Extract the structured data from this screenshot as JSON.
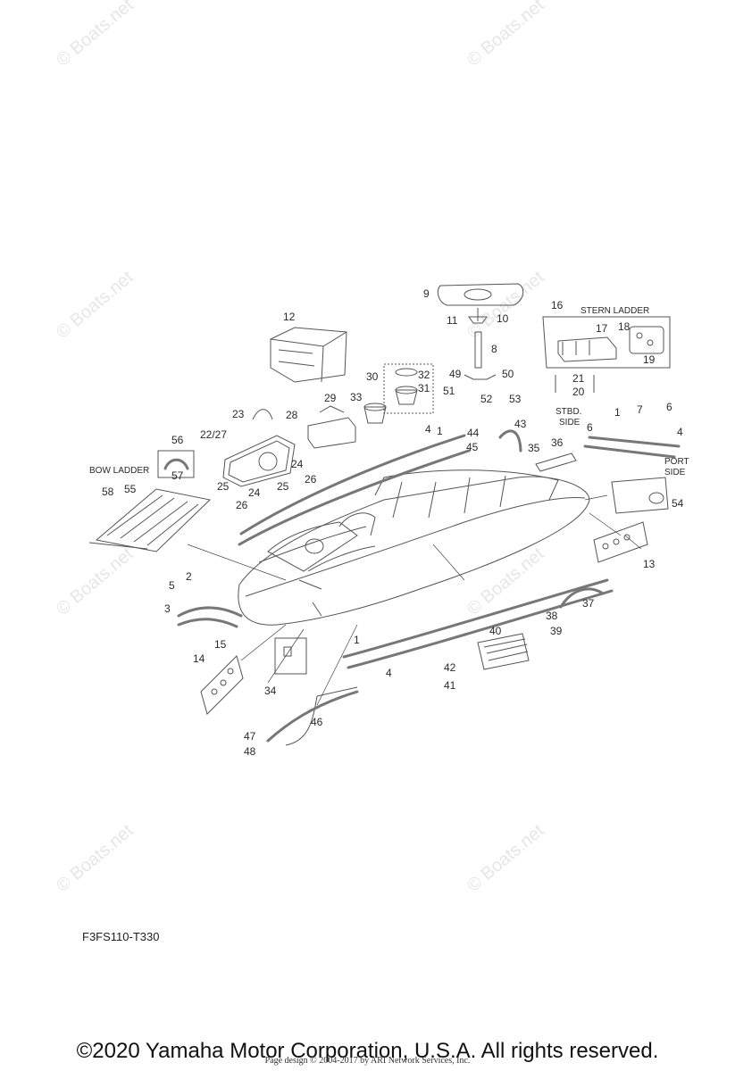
{
  "watermark": "© Boats.net",
  "figure_code": "F3FS110-T330",
  "copyright": "©2020 Yamaha Motor Corporation, U.S.A. All rights reserved.",
  "page_credit": "Page design © 2004-2017 by ARI Network Services, Inc.",
  "labels": {
    "bow_ladder": "BOW LADDER",
    "stern_ladder": "STERN LADDER",
    "stbd": "STBD.",
    "stbd_side": "SIDE",
    "port": "PORT",
    "port_side": "SIDE"
  },
  "callouts": {
    "c1a": "1",
    "c1b": "1",
    "c1c": "1",
    "c2": "2",
    "c3": "3",
    "c4a": "4",
    "c4b": "4",
    "c4c": "4",
    "c5": "5",
    "c6a": "6",
    "c6b": "6",
    "c7": "7",
    "c8": "8",
    "c9": "9",
    "c10": "10",
    "c11": "11",
    "c12": "12",
    "c13": "13",
    "c14": "14",
    "c15": "15",
    "c16": "16",
    "c17": "17",
    "c18": "18",
    "c19": "19",
    "c20": "20",
    "c21": "21",
    "c22_27": "22/27",
    "c23": "23",
    "c24a": "24",
    "c24b": "24",
    "c25a": "25",
    "c25b": "25",
    "c26a": "26",
    "c26b": "26",
    "c28": "28",
    "c29": "29",
    "c30": "30",
    "c31": "31",
    "c32": "32",
    "c33": "33",
    "c34": "34",
    "c35": "35",
    "c36": "36",
    "c37": "37",
    "c38": "38",
    "c39": "39",
    "c40": "40",
    "c41": "41",
    "c42": "42",
    "c43": "43",
    "c44": "44",
    "c45": "45",
    "c46": "46",
    "c47": "47",
    "c48": "48",
    "c49": "49",
    "c50": "50",
    "c51": "51",
    "c52": "52",
    "c53": "53",
    "c54": "54",
    "c55": "55",
    "c56": "56",
    "c57": "57",
    "c58": "58"
  }
}
